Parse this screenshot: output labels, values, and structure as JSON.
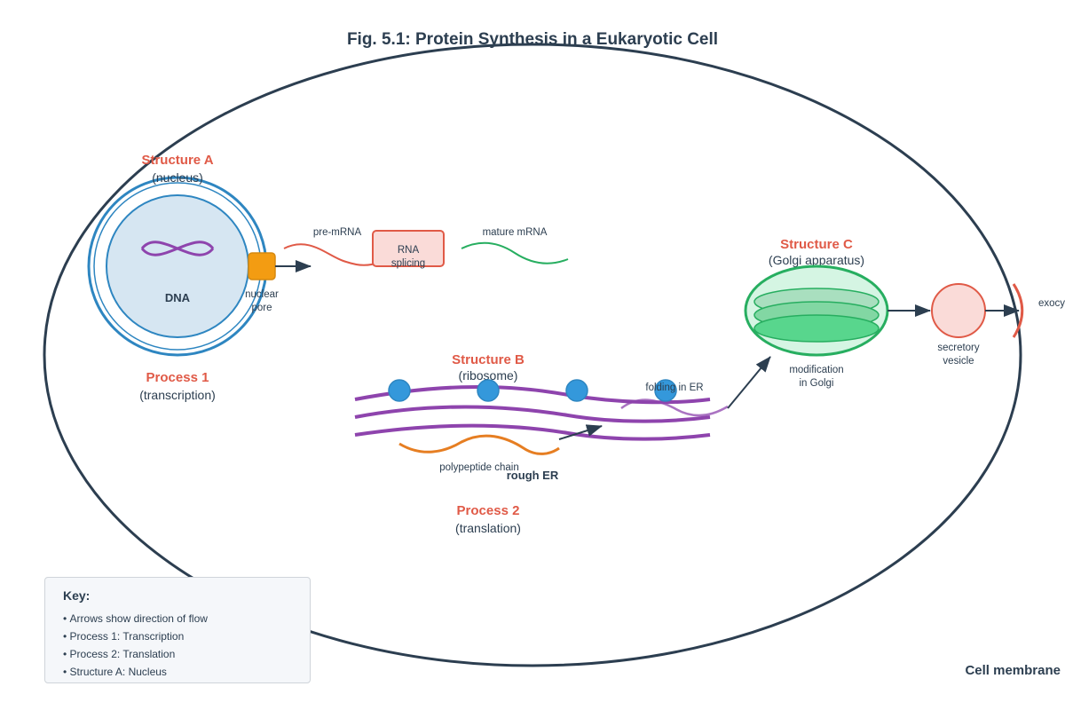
{
  "title": "Fig. 5.1: Protein Synthesis in a Eukaryotic Cell",
  "structure_a": {
    "label": "Structure A",
    "sub": "(nucleus)"
  },
  "dna_label": "DNA",
  "nuclear_pore_label": [
    "nuclear",
    "pore"
  ],
  "process_1": {
    "label": "Process 1",
    "sub": "(transcription)"
  },
  "pre_mrna_label": "pre-mRNA",
  "rna_splicing_label": [
    "RNA",
    "splicing"
  ],
  "mature_mrna_label": "mature mRNA",
  "structure_b": {
    "label": "Structure B",
    "sub": "(ribosome)"
  },
  "folding_label": "folding in ER",
  "polypeptide_label": "polypeptide chain",
  "rough_er_label": "rough ER",
  "process_2": {
    "label": "Process 2",
    "sub": "(translation)"
  },
  "structure_c": {
    "label": "Structure C",
    "sub": "(Golgi apparatus)"
  },
  "modification_label": [
    "modification",
    "in Golgi"
  ],
  "secretory_vesicle_label": [
    "secretory",
    "vesicle"
  ],
  "exocytosis_label": "exocy",
  "cell_membrane_label": "Cell membrane",
  "key": {
    "title": "Key:",
    "items": [
      "Arrows show direction of flow",
      "Process 1: Transcription",
      "Process 2: Translation",
      "Structure A: Nucleus"
    ]
  },
  "colors": {
    "dark": "#2c3e50",
    "red_label": "#e05a47",
    "nucleus_fill": "#d6e6f2",
    "nucleus_stroke": "#2e86c1",
    "dna": "#8e44ad",
    "pore": "#f39c12",
    "ribosome": "#3498db",
    "er": "#8e44ad",
    "polypeptide": "#e67e22",
    "golgi": "#27ae60",
    "mature_mrna": "#27ae60",
    "pre_mrna": "#e05a47",
    "vesicle_fill": "#fadbd8",
    "vesicle_stroke": "#e05a47"
  }
}
